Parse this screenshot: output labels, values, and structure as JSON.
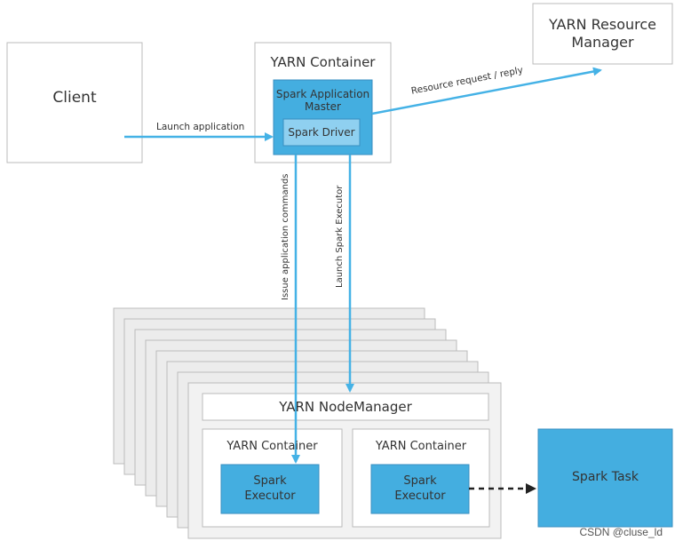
{
  "colors": {
    "blue": "#44aee0",
    "light_blue": "#8fd0f0",
    "arrow": "#45b2e6",
    "border": "#bbbbbb",
    "stack_fill": "#ececec",
    "dark": "#333333"
  },
  "client": {
    "label": "Client"
  },
  "resource_manager": {
    "label": "YARN Resource\nManager"
  },
  "app_container": {
    "label": "YARN Container",
    "master_label": "Spark Application\nMaster",
    "driver_label": "Spark Driver"
  },
  "arrows": {
    "launch_application": "Launch application",
    "resource_request": "Resource request / reply",
    "issue_commands": "Issue application commands",
    "launch_executor": "Launch Spark Executor"
  },
  "node": {
    "manager_label": "YARN NodeManager",
    "containers": [
      {
        "label": "YARN Container",
        "executor_label": "Spark\nExecutor"
      },
      {
        "label": "YARN Container",
        "executor_label": "Spark\nExecutor"
      }
    ]
  },
  "spark_task": {
    "label": "Spark Task"
  },
  "watermark": "CSDN @cluse_ld"
}
